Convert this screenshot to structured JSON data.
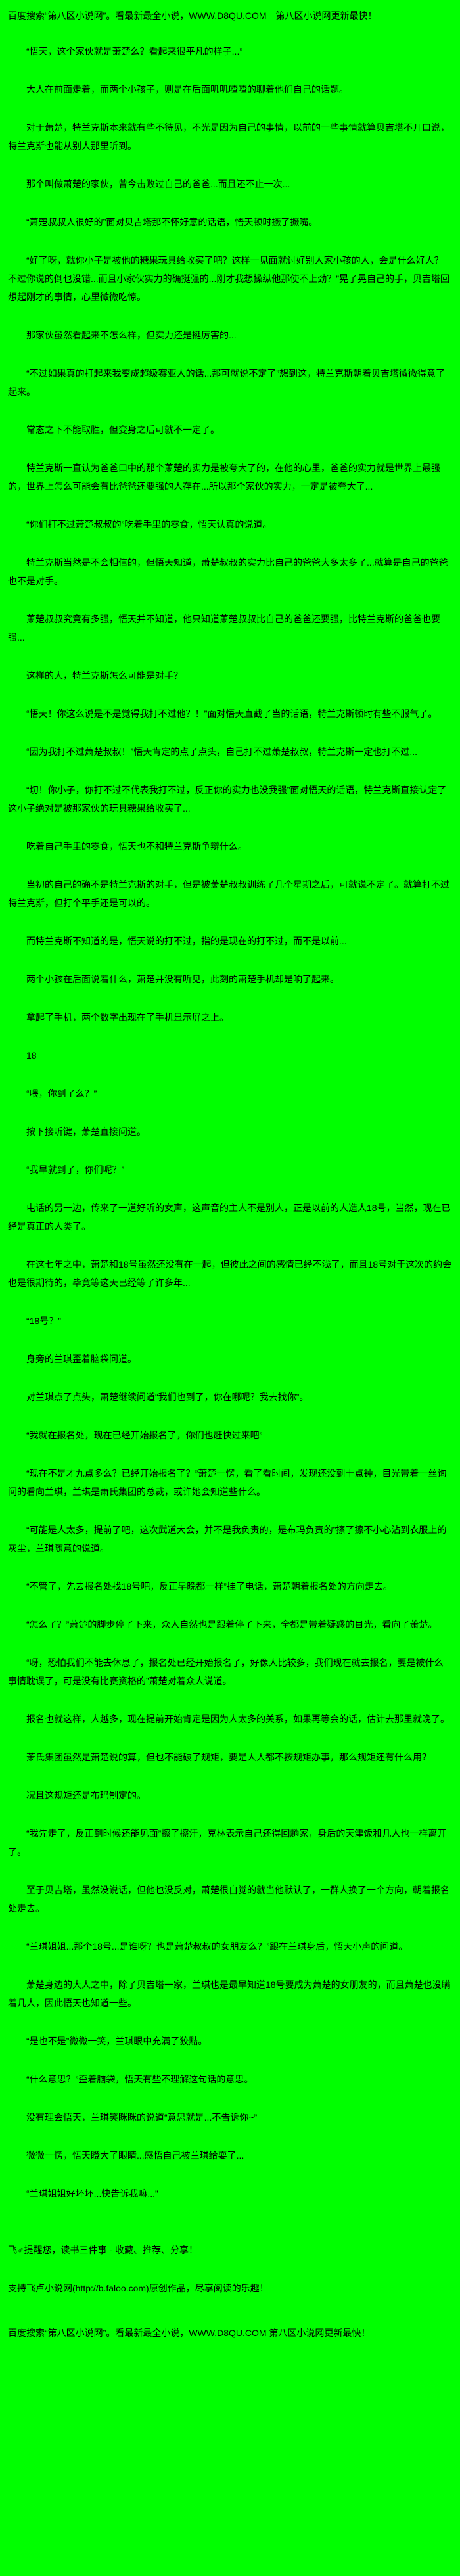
{
  "page": {
    "bg_color": "#00ff00",
    "text_color": "#000000"
  },
  "header": {
    "notice": "百度搜索“第八区小说网”。看最新最全小说，WWW.D8QU.COM　第八区小说网更新最快！"
  },
  "novel": {
    "paragraphs": [
      "“悟天，这个家伙就是萧楚么？看起来很平凡的样子...”",
      "大人在前面走着，而两个小孩子，则是在后面叽叽喳喳的聊着他们自己的话题。",
      "对于萧楚，特兰克斯本来就有些不待见，不光是因为自己的事情，以前的一些事情就算贝吉塔不开口说，特兰克斯也能从别人那里听到。",
      "那个叫做萧楚的家伙，曾今击败过自己的爸爸...而且还不止一次...",
      "“萧楚叔叔人很好的”面对贝吉塔那不怀好意的话语，悟天顿时撅了撅嘴。",
      "“好了呀，就你小子是被他的糖果玩具给收买了吧？这样一见面就讨好别人家小孩的人，会是什么好人？不过你说的倒也没错...而且小家伙实力的确挺强的...刚才我想操纵他那使不上劲？”晃了晃自己的手，贝吉塔回想起刚才的事情，心里微微吃惊。",
      "那家伙虽然看起来不怎么样，但实力还是挺厉害的...",
      "“不过如果真的打起来我变成超级赛亚人的话...那可就说不定了”想到这，特兰克斯朝着贝吉塔微微得意了起来。",
      "常态之下不能取胜，但变身之后可就不一定了。",
      "特兰克斯一直认为爸爸口中的那个萧楚的实力是被夸大了的，在他的心里，爸爸的实力就是世界上最强的，世界上怎么可能会有比爸爸还要强的人存在...所以那个家伙的实力，一定是被夸大了...",
      "“你们打不过萧楚叔叔的”吃着手里的零食，悟天认真的说道。",
      "特兰克斯当然是不会相信的，但悟天知道，萧楚叔叔的实力比自己的爸爸大多太多了...就算是自己的爸爸也不是对手。",
      "萧楚叔叔究竟有多强，悟天并不知道，他只知道萧楚叔叔比自己的爸爸还要强，比特兰克斯的爸爸也要强...",
      "这样的人，特兰克斯怎么可能是对手？",
      "“悟天！你这么说是不是觉得我打不过他？！”面对悟天直截了当的话语，特兰克斯顿时有些不服气了。",
      "“因为我打不过萧楚叔叔！”悟天肯定的点了点头，自己打不过萧楚叔叔，特兰克斯一定也打不过...",
      "“切！你小子，你打不过不代表我打不过，反正你的实力也没我强”面对悟天的话语，特兰克斯直接认定了这小子绝对是被那家伙的玩具糖果给收买了...",
      "吃着自己手里的零食，悟天也不和特兰克斯争辩什么。",
      "当初的自己的确不是特兰克斯的对手，但是被萧楚叔叔训练了几个星期之后，可就说不定了。就算打不过特兰克斯，但打个平手还是可以的。",
      "而特兰克斯不知道的是，悟天说的打不过，指的是现在的打不过，而不是以前...",
      "两个小孩在后面说着什么，萧楚并没有听见，此刻的萧楚手机却是响了起来。",
      "拿起了手机，两个数字出现在了手机显示屏之上。",
      "18",
      "“喂，你到了么？”",
      "按下接听键，萧楚直接问道。",
      "“我早就到了，你们呢？”",
      "电话的另一边，传来了一道好听的女声，这声音的主人不是别人，正是以前的人造人18号，当然，现在已经是真正的人类了。",
      "在这七年之中，萧楚和18号虽然还没有在一起，但彼此之间的感情已经不浅了，而且18号对于这次的约会也是很期待的，毕竟等这天已经等了许多年...",
      "“18号？”",
      "身旁的兰琪歪着脑袋问道。",
      "对兰琪点了点头，萧楚继续问道“我们也到了，你在哪呢？我去找你”。",
      "“我就在报名处，现在已经开始报名了，你们也赶快过来吧”",
      "“现在不是才九点多么？已经开始报名了？”萧楚一愣，看了看时间，发现还没到十点钟，目光带着一丝询问的看向兰琪，兰琪是萧氏集团的总裁，或许她会知道些什么。",
      "“可能是人太多，提前了吧，这次武道大会，并不是我负责的，是布玛负责的”擦了擦不小心沾到衣服上的灰尘，兰琪随意的说道。",
      "“不管了，先去报名处找18号吧，反正早晚都一样”挂了电话，萧楚朝着报名处的方向走去。",
      "“怎么了？”萧楚的脚步停了下来，众人自然也是跟着停了下来，全都是带着疑惑的目光，看向了萧楚。",
      "“呀，恐怕我们不能去休息了，报名处已经开始报名了，好像人比较多，我们现在就去报名，要是被什么事情耽误了，可是没有比赛资格的”萧楚对着众人说道。",
      "报名也就这样，人越多，现在提前开始肯定是因为人太多的关系，如果再等会的话，估计去那里就晚了。",
      "萧氏集团虽然是萧楚说的算，但也不能破了规矩，要是人人都不按规矩办事，那么规矩还有什么用？",
      "况且这规矩还是布玛制定的。",
      "“我先走了，反正到时候还能见面”擦了擦汗，克林表示自己还得回趟家，身后的天津饭和几人也一样离开了。",
      "至于贝吉塔，虽然没说话，但他也没反对，萧楚很自觉的就当他默认了，一群人换了一个方向，朝着报名处走去。",
      "“兰琪姐姐...那个18号...是谁呀？也是萧楚叔叔的女朋友么？”跟在兰琪身后，悟天小声的问道。",
      "萧楚身边的大人之中，除了贝吉塔一家，兰琪也是最早知道18号要成为萧楚的女朋友的，而且萧楚也没瞒着几人，因此悟天也知道一些。",
      "“是也不是”微微一笑，兰琪眼中充满了狡黠。",
      "“什么意思？”歪着脑袋，悟天有些不理解这句话的意思。",
      "没有理会悟天，兰琪笑眯眯的说道“意思就是...不告诉你~”",
      "微微一愣，悟天瞪大了眼睛...感悟自己被兰琪给耍了...",
      "“兰琪姐姐好坏坏...快告诉我嘛...”"
    ]
  },
  "footer": {
    "reminder": "飞♂提醒您，读书三件事 - 收藏、推荐、分享！",
    "support": "支持飞卢小说网(http://b.faloo.com)原创作品，尽享阅读的乐趣！",
    "notice": "百度搜索“第八区小说网”。看最新最全小说，WWW.D8QU.COM 第八区小说网更新最快！"
  }
}
